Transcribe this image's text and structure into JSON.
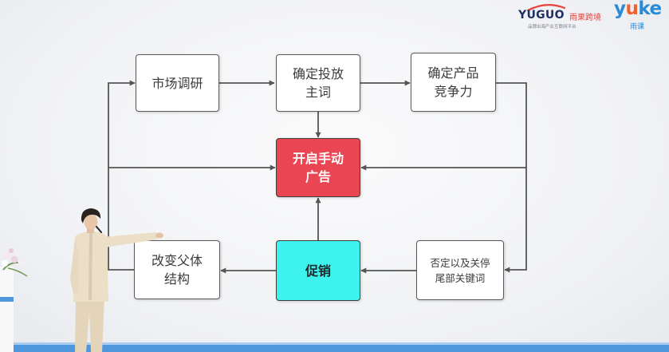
{
  "logos": {
    "yuguo": {
      "brand": "YUGUO",
      "cn": "雨果跨境",
      "tagline": "品牌出海产业互联网平台"
    },
    "yuke": {
      "y": "y",
      "u": "u",
      "ke": "ke",
      "cn": "雨课"
    }
  },
  "nodes": {
    "market_research": {
      "lines": [
        "市场调研"
      ]
    },
    "main_keywords": {
      "lines": [
        "确定投放",
        "主词"
      ]
    },
    "competitiveness": {
      "lines": [
        "确定产品",
        "竞争力"
      ]
    },
    "manual_ads": {
      "lines": [
        "开启手动",
        "广告"
      ]
    },
    "parent_structure": {
      "lines": [
        "改变父体",
        "结构"
      ]
    },
    "promotion": {
      "lines": [
        "促销"
      ]
    },
    "negative_keywords": {
      "lines": [
        "否定以及关停",
        "尾部关键词"
      ]
    }
  },
  "colors": {
    "red_node": "#ea4553",
    "cyan_node": "#3ef3ee",
    "border": "#5a5a5a",
    "arrow": "#555555",
    "yuguo_navy": "#1f2f63",
    "yuguo_red": "#e8413c",
    "yuke_blue": "#2b8ad6",
    "yuke_orange": "#f2602b"
  }
}
